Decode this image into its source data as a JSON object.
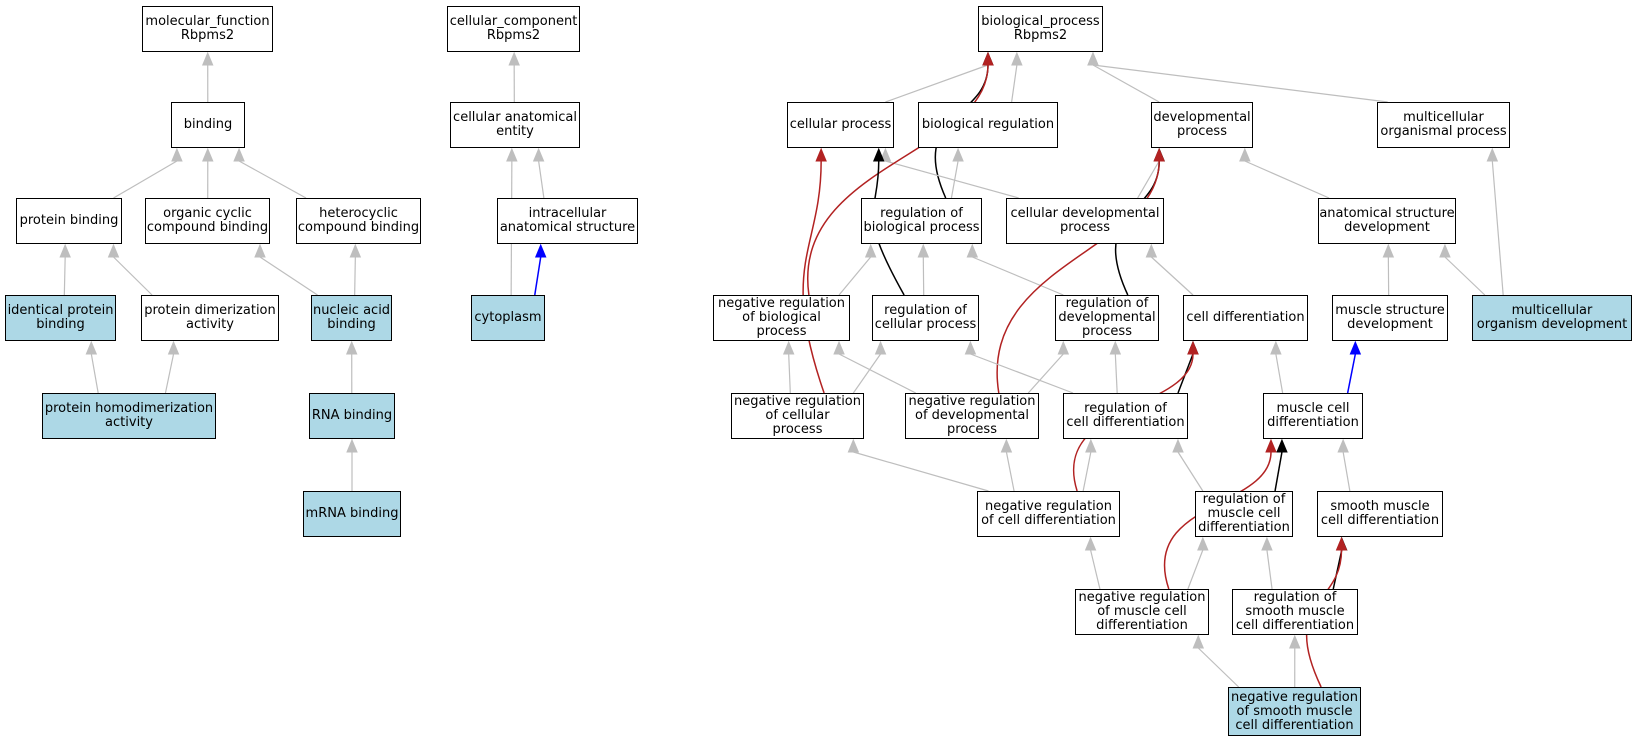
{
  "colors": {
    "highlight_fill": "#add8e6",
    "is_a_edge": "#bebebe",
    "regulates_edge": "#000000",
    "negatively_regulates_edge": "#b22222",
    "part_of_edge": "#0000ff"
  },
  "nodes": [
    {
      "id": "mf",
      "label": "molecular_function\nRbpms2",
      "highlighted": false
    },
    {
      "id": "binding",
      "label": "binding",
      "highlighted": false
    },
    {
      "id": "protein_binding",
      "label": "protein binding",
      "highlighted": false
    },
    {
      "id": "organic_cyclic",
      "label": "organic cyclic\ncompound binding",
      "highlighted": false
    },
    {
      "id": "heterocyclic",
      "label": "heterocyclic\ncompound binding",
      "highlighted": false
    },
    {
      "id": "identical_protein",
      "label": "identical protein\nbinding",
      "highlighted": true
    },
    {
      "id": "protein_dimerization",
      "label": "protein dimerization\nactivity",
      "highlighted": false
    },
    {
      "id": "nucleic_acid",
      "label": "nucleic acid\nbinding",
      "highlighted": true
    },
    {
      "id": "protein_homodim",
      "label": "protein homodimerization\nactivity",
      "highlighted": true
    },
    {
      "id": "rna_binding",
      "label": "RNA binding",
      "highlighted": true
    },
    {
      "id": "mrna_binding",
      "label": "mRNA binding",
      "highlighted": true
    },
    {
      "id": "cc",
      "label": "cellular_component\nRbpms2",
      "highlighted": false
    },
    {
      "id": "cae",
      "label": "cellular anatomical\nentity",
      "highlighted": false
    },
    {
      "id": "ias",
      "label": "intracellular\nanatomical structure",
      "highlighted": false
    },
    {
      "id": "cytoplasm",
      "label": "cytoplasm",
      "highlighted": true
    },
    {
      "id": "bp",
      "label": "biological_process\nRbpms2",
      "highlighted": false
    },
    {
      "id": "cellular_process",
      "label": "cellular process",
      "highlighted": false
    },
    {
      "id": "bio_reg",
      "label": "biological regulation",
      "highlighted": false
    },
    {
      "id": "dev_process",
      "label": "developmental\nprocess",
      "highlighted": false
    },
    {
      "id": "multi_org_proc",
      "label": "multicellular\norganismal process",
      "highlighted": false
    },
    {
      "id": "reg_bio_proc",
      "label": "regulation of\nbiological process",
      "highlighted": false
    },
    {
      "id": "cell_dev_proc",
      "label": "cellular developmental\nprocess",
      "highlighted": false
    },
    {
      "id": "anat_struct_dev",
      "label": "anatomical structure\ndevelopment",
      "highlighted": false
    },
    {
      "id": "neg_reg_bio_proc",
      "label": "negative regulation\nof biological\nprocess",
      "highlighted": false
    },
    {
      "id": "reg_cell_proc",
      "label": "regulation of\ncellular process",
      "highlighted": false
    },
    {
      "id": "reg_dev_proc",
      "label": "regulation of\ndevelopmental\nprocess",
      "highlighted": false
    },
    {
      "id": "cell_diff",
      "label": "cell differentiation",
      "highlighted": false
    },
    {
      "id": "muscle_struct_dev",
      "label": "muscle structure\ndevelopment",
      "highlighted": false
    },
    {
      "id": "multi_org_dev",
      "label": "multicellular\norganism development",
      "highlighted": true
    },
    {
      "id": "neg_reg_cell_proc",
      "label": "negative regulation\nof cellular\nprocess",
      "highlighted": false
    },
    {
      "id": "neg_reg_dev_proc",
      "label": "negative regulation\nof developmental\nprocess",
      "highlighted": false
    },
    {
      "id": "reg_cell_diff",
      "label": "regulation of\ncell differentiation",
      "highlighted": false
    },
    {
      "id": "muscle_cell_diff",
      "label": "muscle cell\ndifferentiation",
      "highlighted": false
    },
    {
      "id": "neg_reg_cell_diff",
      "label": "negative regulation\nof cell differentiation",
      "highlighted": false
    },
    {
      "id": "reg_muscle_cell_diff",
      "label": "regulation of\nmuscle cell\ndifferentiation",
      "highlighted": false
    },
    {
      "id": "smooth_muscle_diff",
      "label": "smooth muscle\ncell differentiation",
      "highlighted": false
    },
    {
      "id": "neg_reg_muscle_cell_diff",
      "label": "negative regulation\nof muscle cell\ndifferentiation",
      "highlighted": false
    },
    {
      "id": "reg_smooth_muscle_diff",
      "label": "regulation of\nsmooth muscle\ncell differentiation",
      "highlighted": false
    },
    {
      "id": "neg_reg_smooth_muscle_diff",
      "label": "negative regulation\nof smooth muscle\ncell differentiation",
      "highlighted": true
    }
  ],
  "edges": [
    {
      "from": "binding",
      "to": "mf",
      "type": "is_a"
    },
    {
      "from": "protein_binding",
      "to": "binding",
      "type": "is_a"
    },
    {
      "from": "organic_cyclic",
      "to": "binding",
      "type": "is_a"
    },
    {
      "from": "heterocyclic",
      "to": "binding",
      "type": "is_a"
    },
    {
      "from": "identical_protein",
      "to": "protein_binding",
      "type": "is_a"
    },
    {
      "from": "protein_dimerization",
      "to": "protein_binding",
      "type": "is_a"
    },
    {
      "from": "nucleic_acid",
      "to": "organic_cyclic",
      "type": "is_a"
    },
    {
      "from": "nucleic_acid",
      "to": "heterocyclic",
      "type": "is_a"
    },
    {
      "from": "protein_homodim",
      "to": "identical_protein",
      "type": "is_a"
    },
    {
      "from": "protein_homodim",
      "to": "protein_dimerization",
      "type": "is_a"
    },
    {
      "from": "rna_binding",
      "to": "nucleic_acid",
      "type": "is_a"
    },
    {
      "from": "mrna_binding",
      "to": "rna_binding",
      "type": "is_a"
    },
    {
      "from": "cae",
      "to": "cc",
      "type": "is_a"
    },
    {
      "from": "ias",
      "to": "cae",
      "type": "is_a"
    },
    {
      "from": "cytoplasm",
      "to": "cae",
      "type": "is_a"
    },
    {
      "from": "cytoplasm",
      "to": "ias",
      "type": "part_of"
    },
    {
      "from": "cellular_process",
      "to": "bp",
      "type": "is_a"
    },
    {
      "from": "bio_reg",
      "to": "bp",
      "type": "is_a"
    },
    {
      "from": "dev_process",
      "to": "bp",
      "type": "is_a"
    },
    {
      "from": "multi_org_proc",
      "to": "bp",
      "type": "is_a"
    },
    {
      "from": "reg_bio_proc",
      "to": "bio_reg",
      "type": "is_a"
    },
    {
      "from": "reg_bio_proc",
      "to": "bp",
      "type": "regulates"
    },
    {
      "from": "cell_dev_proc",
      "to": "cellular_process",
      "type": "is_a"
    },
    {
      "from": "cell_dev_proc",
      "to": "dev_process",
      "type": "is_a"
    },
    {
      "from": "anat_struct_dev",
      "to": "dev_process",
      "type": "is_a"
    },
    {
      "from": "neg_reg_bio_proc",
      "to": "reg_bio_proc",
      "type": "is_a"
    },
    {
      "from": "neg_reg_bio_proc",
      "to": "bp",
      "type": "negatively_regulates"
    },
    {
      "from": "reg_cell_proc",
      "to": "reg_bio_proc",
      "type": "is_a"
    },
    {
      "from": "reg_cell_proc",
      "to": "cellular_process",
      "type": "regulates"
    },
    {
      "from": "reg_dev_proc",
      "to": "reg_bio_proc",
      "type": "is_a"
    },
    {
      "from": "reg_dev_proc",
      "to": "dev_process",
      "type": "regulates"
    },
    {
      "from": "cell_diff",
      "to": "cell_dev_proc",
      "type": "is_a"
    },
    {
      "from": "muscle_struct_dev",
      "to": "anat_struct_dev",
      "type": "is_a"
    },
    {
      "from": "multi_org_dev",
      "to": "anat_struct_dev",
      "type": "is_a"
    },
    {
      "from": "multi_org_dev",
      "to": "multi_org_proc",
      "type": "is_a"
    },
    {
      "from": "neg_reg_cell_proc",
      "to": "neg_reg_bio_proc",
      "type": "is_a"
    },
    {
      "from": "neg_reg_cell_proc",
      "to": "reg_cell_proc",
      "type": "is_a"
    },
    {
      "from": "neg_reg_cell_proc",
      "to": "cellular_process",
      "type": "negatively_regulates"
    },
    {
      "from": "neg_reg_dev_proc",
      "to": "neg_reg_bio_proc",
      "type": "is_a"
    },
    {
      "from": "neg_reg_dev_proc",
      "to": "reg_dev_proc",
      "type": "is_a"
    },
    {
      "from": "neg_reg_dev_proc",
      "to": "dev_process",
      "type": "negatively_regulates"
    },
    {
      "from": "reg_cell_diff",
      "to": "reg_cell_proc",
      "type": "is_a"
    },
    {
      "from": "reg_cell_diff",
      "to": "reg_dev_proc",
      "type": "is_a"
    },
    {
      "from": "reg_cell_diff",
      "to": "cell_diff",
      "type": "regulates"
    },
    {
      "from": "muscle_cell_diff",
      "to": "cell_diff",
      "type": "is_a"
    },
    {
      "from": "muscle_cell_diff",
      "to": "muscle_struct_dev",
      "type": "part_of"
    },
    {
      "from": "neg_reg_cell_diff",
      "to": "neg_reg_cell_proc",
      "type": "is_a"
    },
    {
      "from": "neg_reg_cell_diff",
      "to": "neg_reg_dev_proc",
      "type": "is_a"
    },
    {
      "from": "neg_reg_cell_diff",
      "to": "reg_cell_diff",
      "type": "is_a"
    },
    {
      "from": "neg_reg_cell_diff",
      "to": "cell_diff",
      "type": "negatively_regulates"
    },
    {
      "from": "reg_muscle_cell_diff",
      "to": "reg_cell_diff",
      "type": "is_a"
    },
    {
      "from": "reg_muscle_cell_diff",
      "to": "muscle_cell_diff",
      "type": "regulates"
    },
    {
      "from": "smooth_muscle_diff",
      "to": "muscle_cell_diff",
      "type": "is_a"
    },
    {
      "from": "neg_reg_muscle_cell_diff",
      "to": "neg_reg_cell_diff",
      "type": "is_a"
    },
    {
      "from": "neg_reg_muscle_cell_diff",
      "to": "reg_muscle_cell_diff",
      "type": "is_a"
    },
    {
      "from": "neg_reg_muscle_cell_diff",
      "to": "muscle_cell_diff",
      "type": "negatively_regulates"
    },
    {
      "from": "reg_smooth_muscle_diff",
      "to": "reg_muscle_cell_diff",
      "type": "is_a"
    },
    {
      "from": "reg_smooth_muscle_diff",
      "to": "smooth_muscle_diff",
      "type": "regulates"
    },
    {
      "from": "neg_reg_smooth_muscle_diff",
      "to": "neg_reg_muscle_cell_diff",
      "type": "is_a"
    },
    {
      "from": "neg_reg_smooth_muscle_diff",
      "to": "reg_smooth_muscle_diff",
      "type": "is_a"
    },
    {
      "from": "neg_reg_smooth_muscle_diff",
      "to": "smooth_muscle_diff",
      "type": "negatively_regulates"
    }
  ]
}
